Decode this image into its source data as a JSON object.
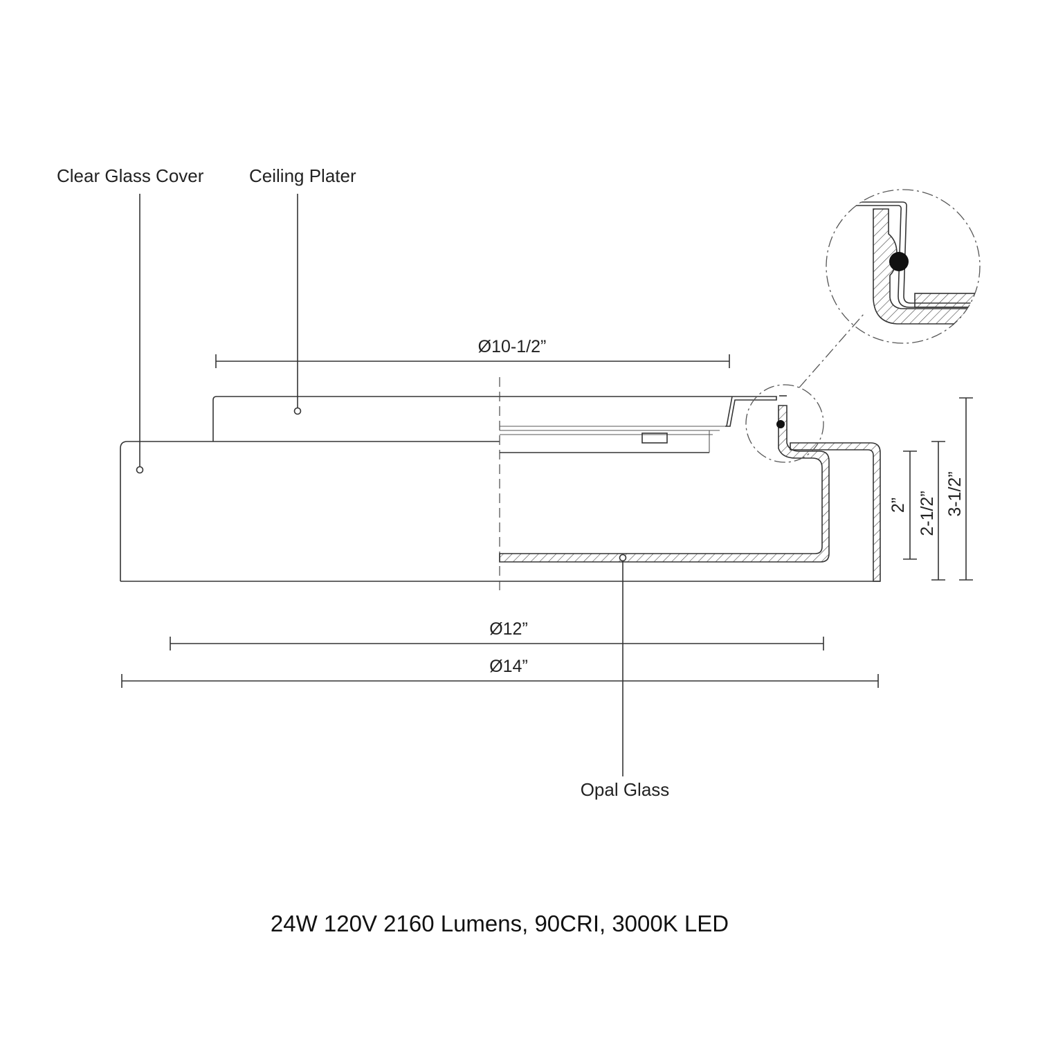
{
  "callouts": {
    "clear_glass_cover": "Clear Glass Cover",
    "ceiling_plater": "Ceiling Plater",
    "opal_glass": "Opal Glass"
  },
  "dimensions": {
    "diameter_plate": "Ø10-1/2”",
    "diameter_inner": "Ø12”",
    "diameter_outer": "Ø14”",
    "height_glass": "2”",
    "height_body": "2-1/2”",
    "height_overall": "3-1/2”"
  },
  "spec_line": "24W 120V 2160 Lumens, 90CRI, 3000K LED"
}
